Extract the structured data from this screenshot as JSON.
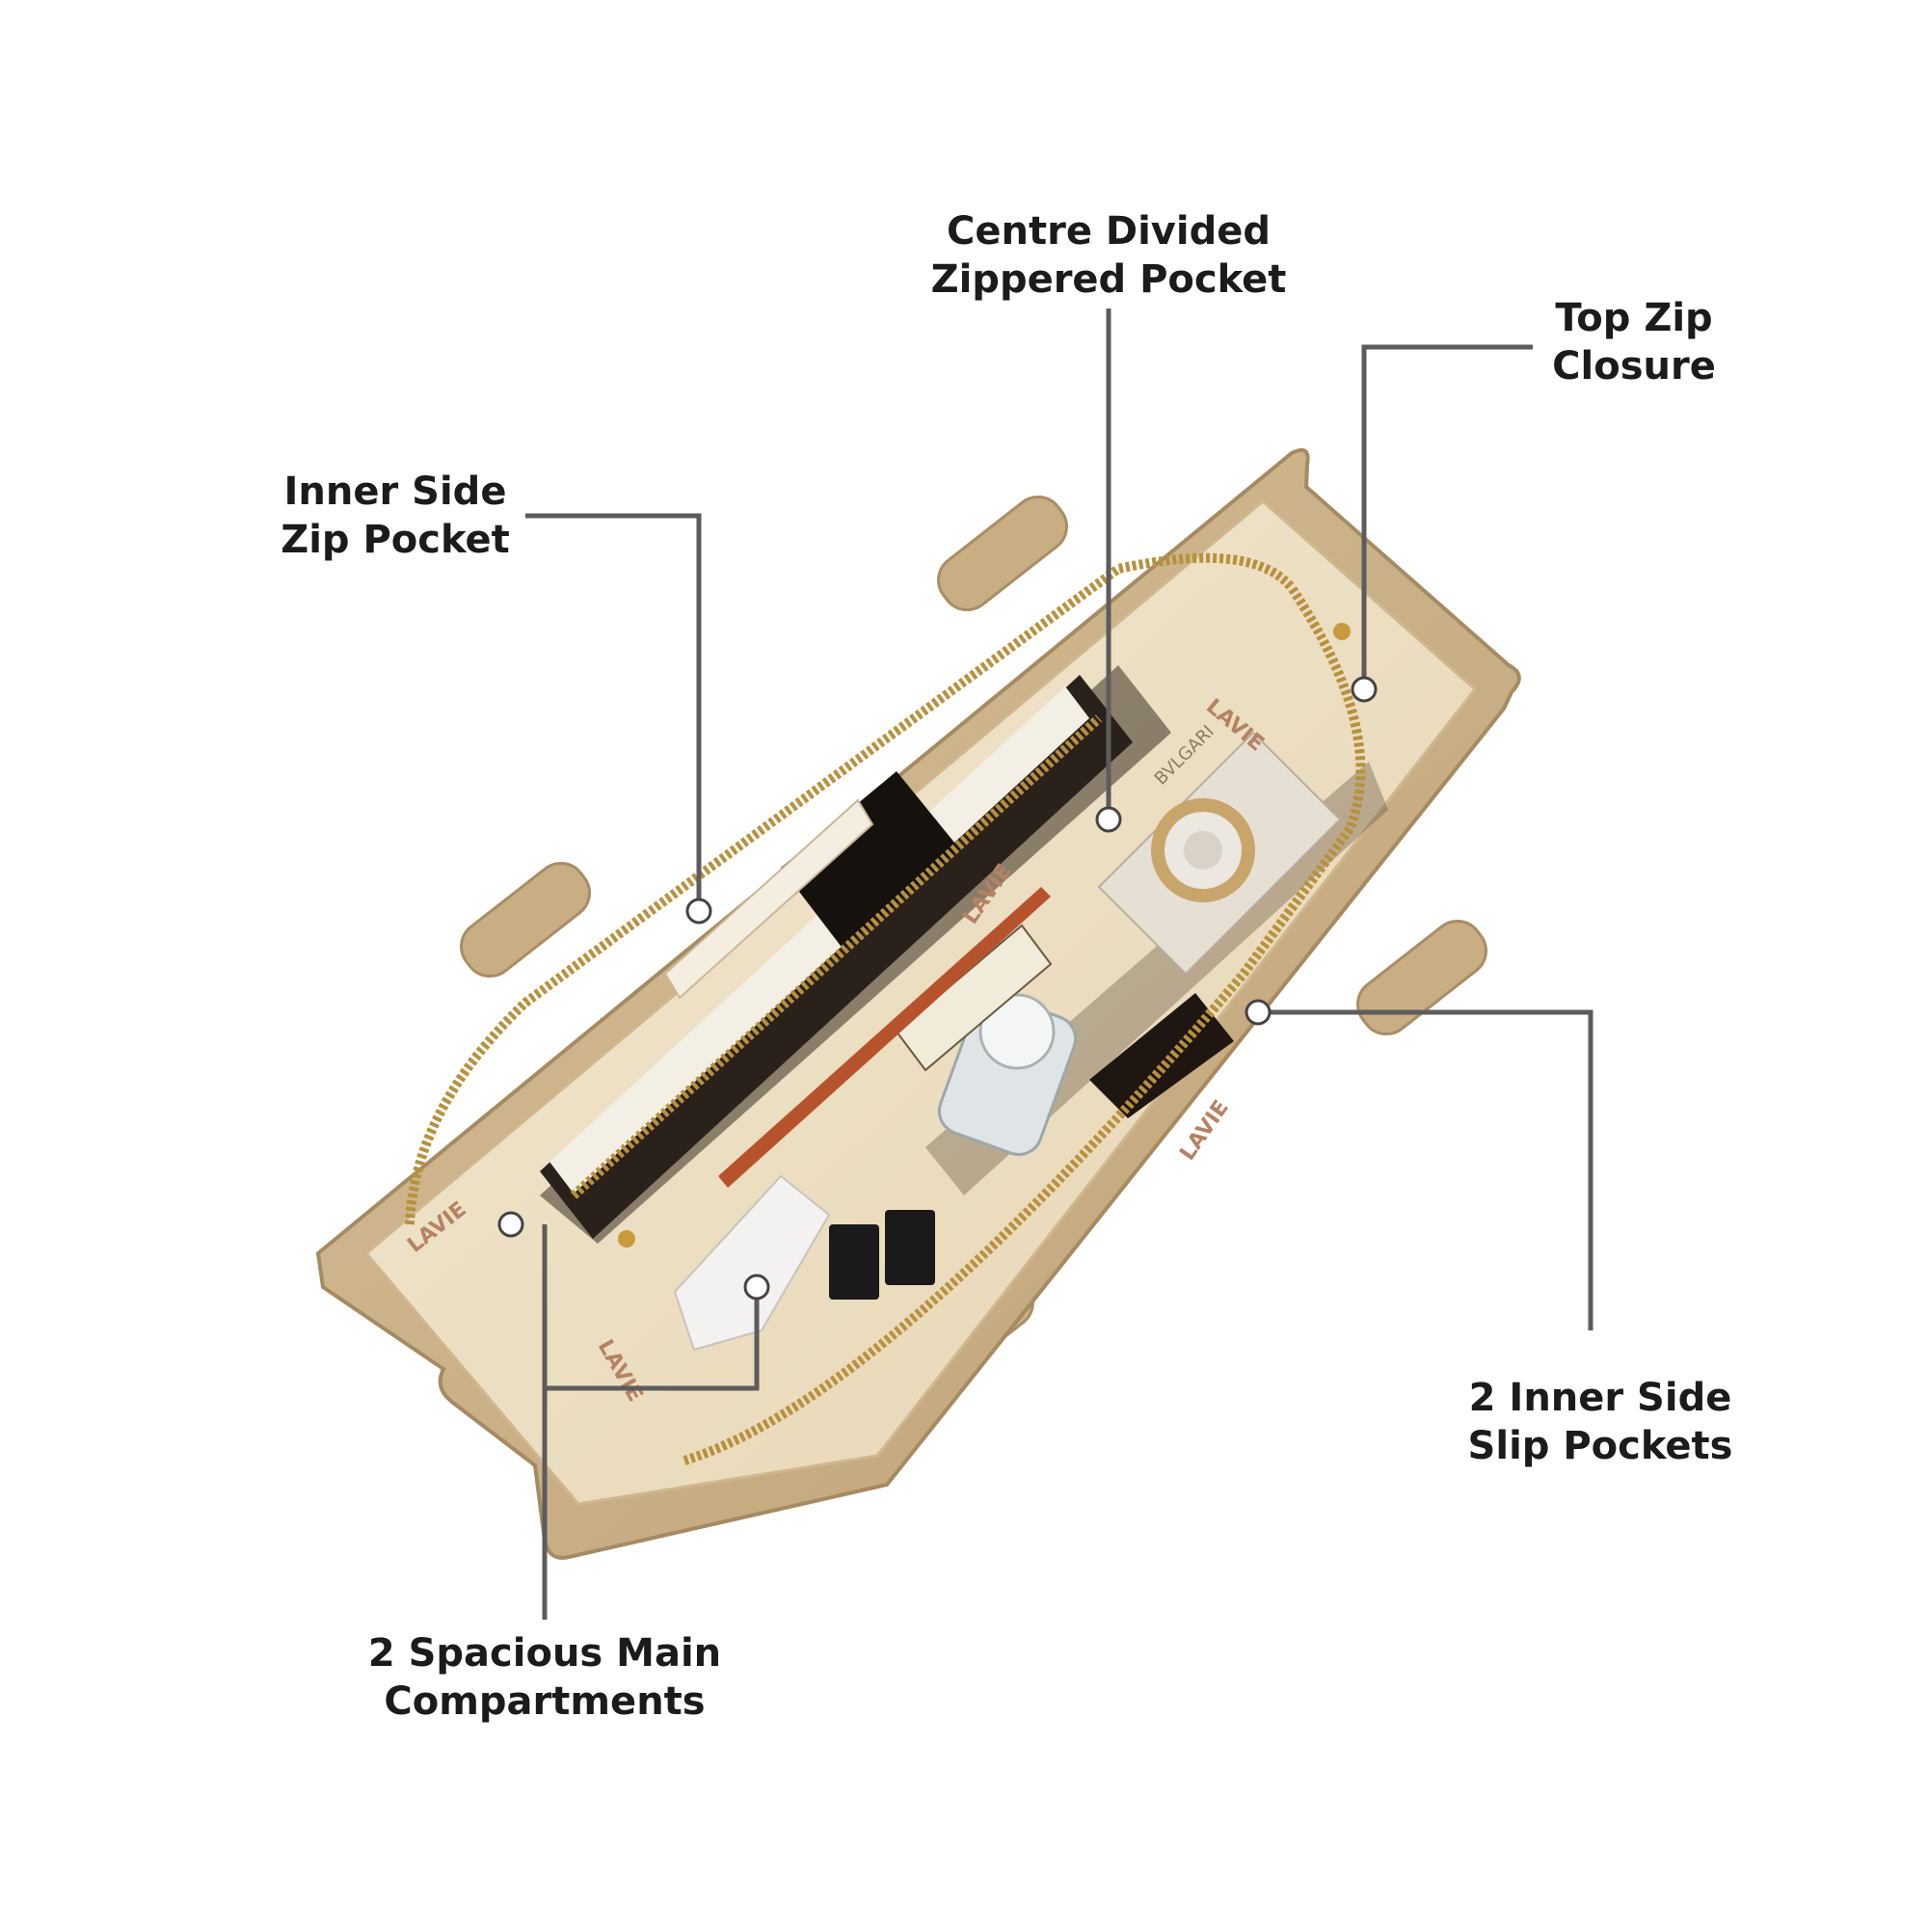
{
  "callouts": {
    "centre_divided": {
      "line1": "Centre Divided",
      "line2": "Zippered Pocket"
    },
    "top_zip": {
      "line1": "Top Zip",
      "line2": "Closure"
    },
    "inner_side_zip": {
      "line1": "Inner Side",
      "line2": "Zip Pocket"
    },
    "inner_side_slip": {
      "line1": "2 Inner Side",
      "line2": "Slip Pockets"
    },
    "main_compartments": {
      "line1": "2 Spacious Main",
      "line2": "Compartments"
    }
  },
  "photo": {
    "brand_print": "LAVIE",
    "tin_label": "BVLGARI"
  },
  "colors": {
    "leader_line": "#5c5c5c",
    "bag_exterior": "#cdb38a",
    "bag_lining": "#efe2c6",
    "zipper": "#b8913e"
  }
}
